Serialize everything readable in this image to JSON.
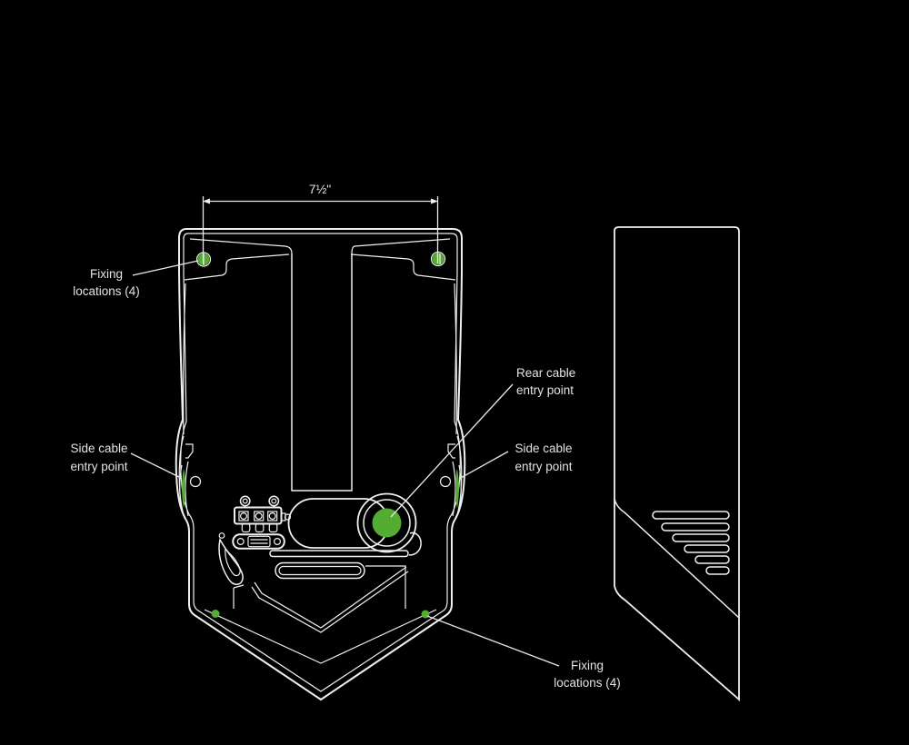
{
  "colors": {
    "background": "#000000",
    "line": "#f0f0f0",
    "green": "#55ac32",
    "text": "#e3e3e3"
  },
  "dimension": {
    "label": "7½\""
  },
  "labels": {
    "fixing_top": {
      "line1": "Fixing",
      "line2": "locations (4)"
    },
    "side_left": {
      "line1": "Side cable",
      "line2": "entry point"
    },
    "rear": {
      "line1": "Rear cable",
      "line2": "entry point"
    },
    "side_right": {
      "line1": "Side cable",
      "line2": "entry point"
    },
    "fixing_bottom": {
      "line1": "Fixing",
      "line2": "locations (4)"
    }
  }
}
